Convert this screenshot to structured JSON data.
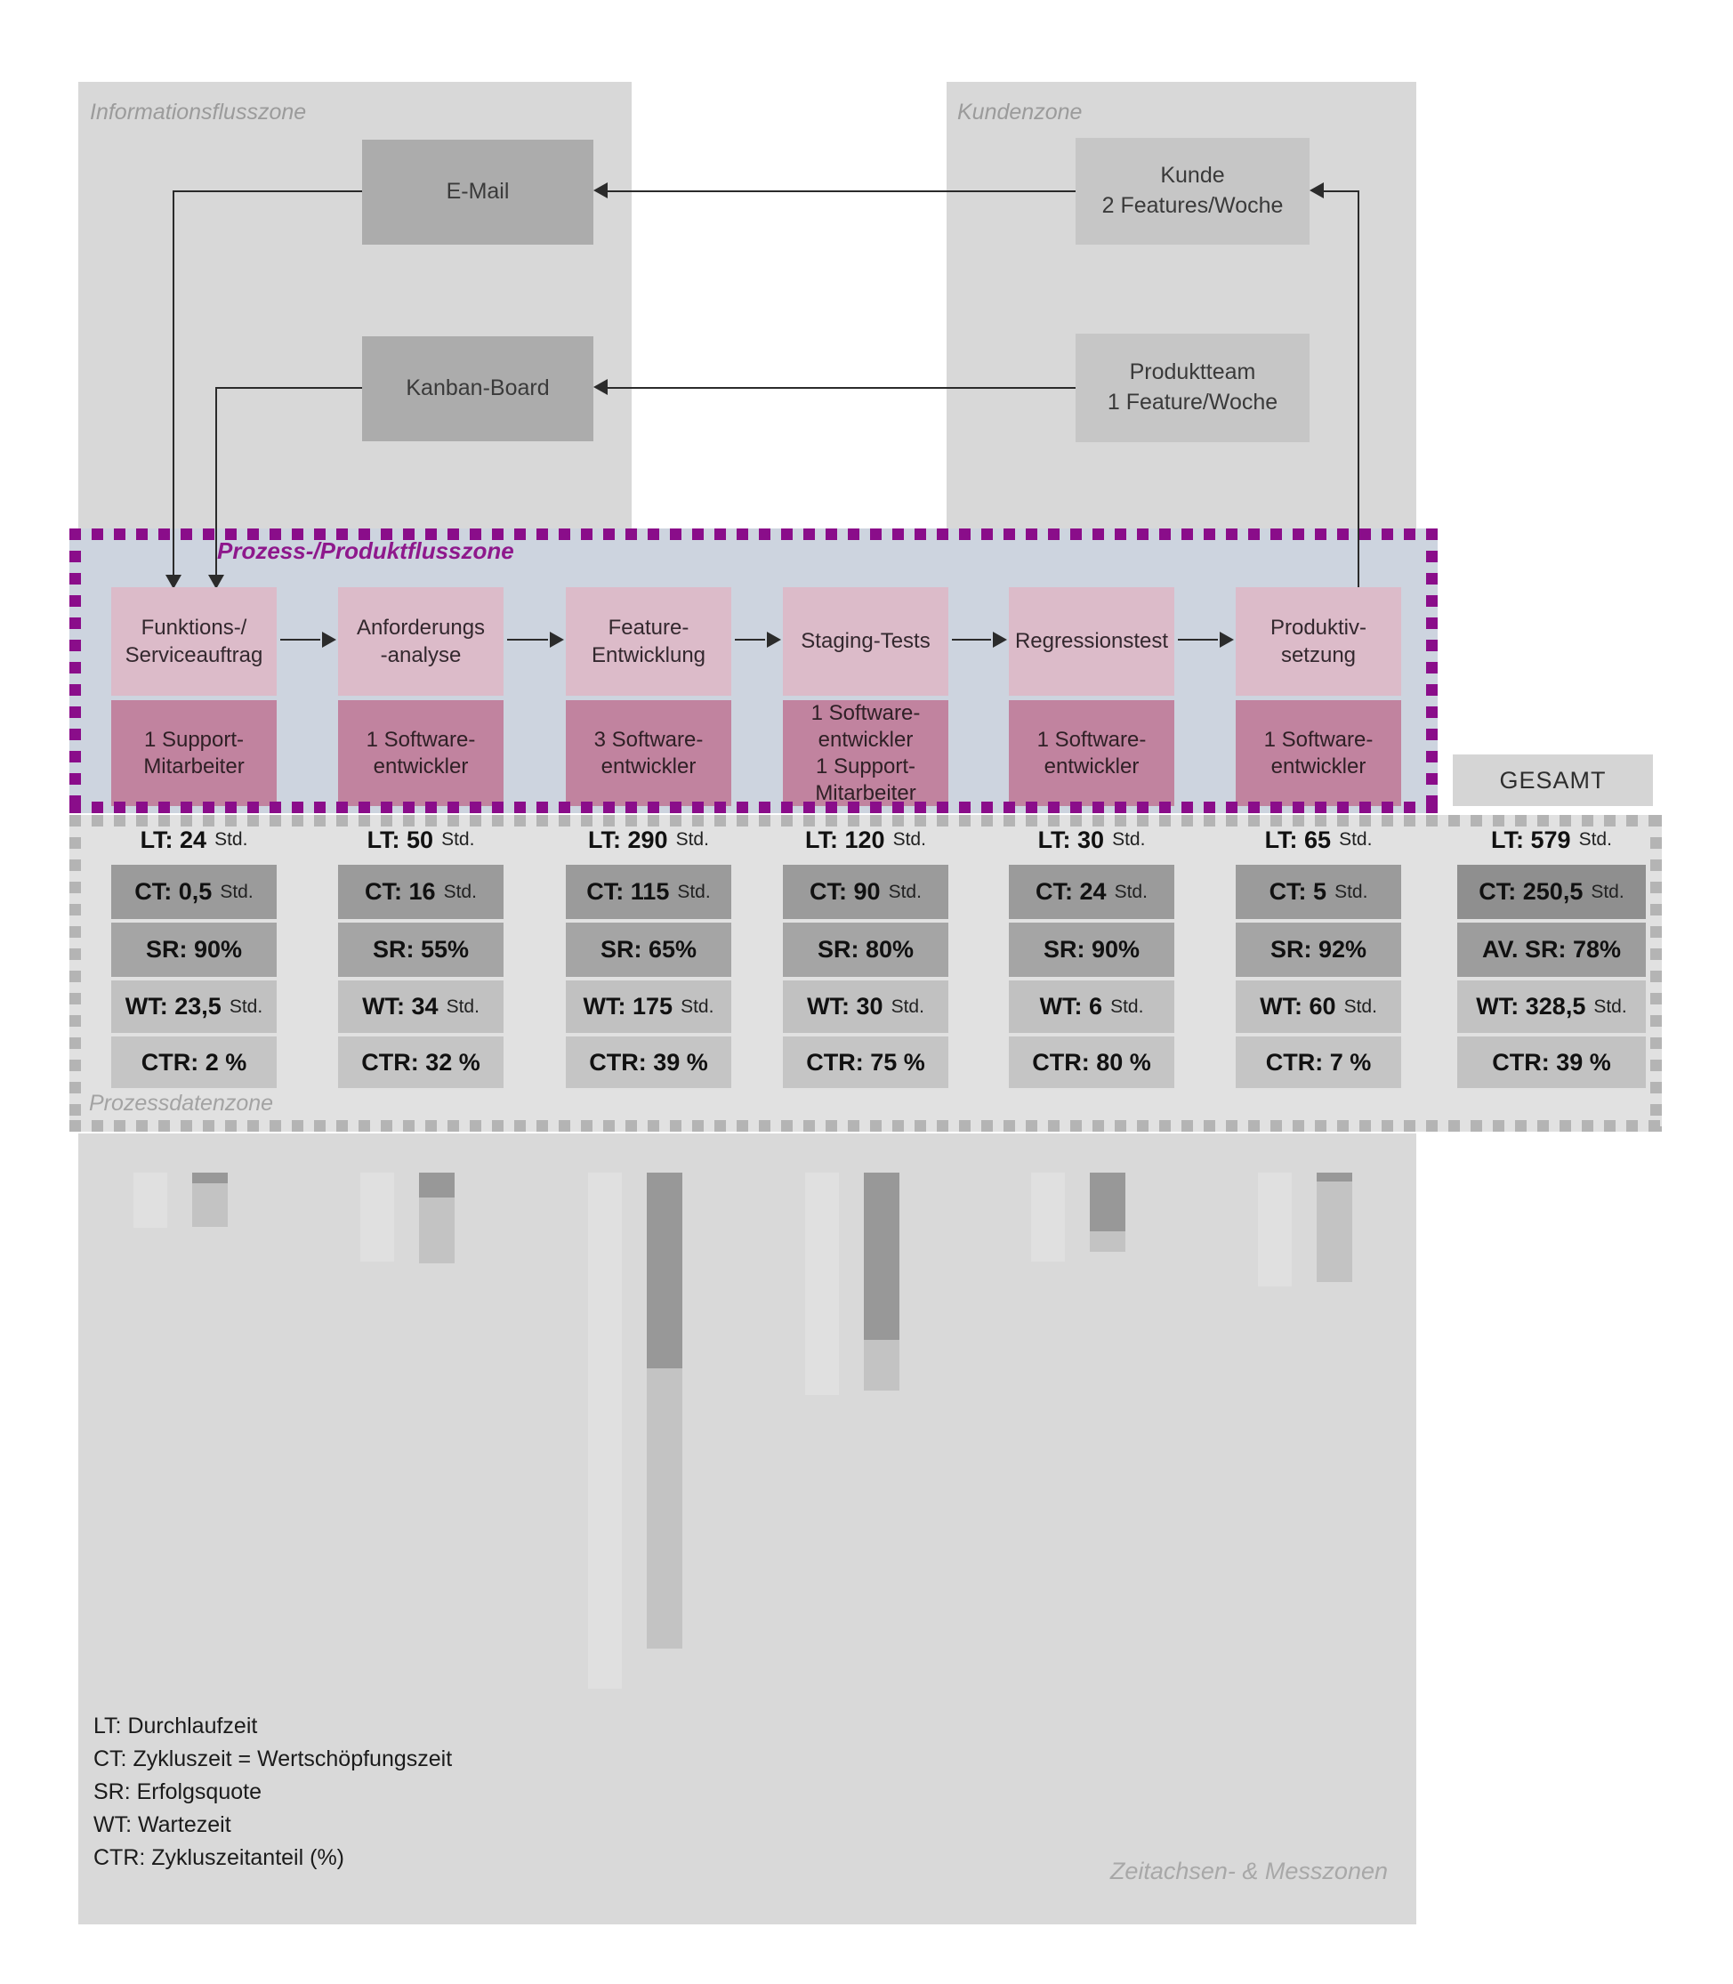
{
  "colors": {
    "accent_purple": "#8a0d8a",
    "process_zone_blue": "#cdd4df",
    "process_title_pink": "#dcbbc9",
    "process_staff_mauve": "#c1839f",
    "zone_gray": "#d8d8d8",
    "bar_dark_gray": "#989898",
    "bar_light_gray": "#c3c3c3"
  },
  "zones": {
    "information": "Informationsflusszone",
    "customer": "Kundenzone",
    "process": "Prozess-/Produktflusszone",
    "process_data": "Prozessdatenzone",
    "time_axis": "Zeitachsen- & Messzonen"
  },
  "nodes": {
    "email": "E-Mail",
    "kanban": "Kanban-Board",
    "kunde": "Kunde\n2 Features/Woche",
    "produktteam": "Produktteam\n1 Feature/Woche"
  },
  "unit_hours": "Std.",
  "process_steps": [
    {
      "title": "Funktions-/\nServiceauftrag",
      "staff": "1 Support-\nMitarbeiter",
      "lt": "LT: 24",
      "ct": "CT: 0,5",
      "sr": "SR: 90%",
      "wt": "WT: 23,5",
      "ctr": "CTR: 2 %",
      "bar": {
        "dark": 12,
        "light": 49,
        "ghost": 62
      }
    },
    {
      "title": "Anforderungs\n-analyse",
      "staff": "1 Software-\nentwickler",
      "lt": "LT: 50",
      "ct": "CT: 16",
      "sr": "SR: 55%",
      "wt": "WT: 34",
      "ctr": "CTR: 32 %",
      "bar": {
        "dark": 28,
        "light": 74,
        "ghost": 100
      }
    },
    {
      "title": "Feature-\nEntwicklung",
      "staff": "3 Software-\nentwickler",
      "lt": "LT: 290",
      "ct": "CT: 115",
      "sr": "SR: 65%",
      "wt": "WT: 175",
      "ctr": "CTR: 39 %",
      "bar": {
        "dark": 220,
        "light": 315,
        "ghost": 580
      }
    },
    {
      "title": "Staging-Tests",
      "staff": "1 Software-\nentwickler\n1 Support-\nMitarbeiter",
      "lt": "LT: 120",
      "ct": "CT: 90",
      "sr": "SR: 80%",
      "wt": "WT: 30",
      "ctr": "CTR: 75 %",
      "bar": {
        "dark": 188,
        "light": 57,
        "ghost": 250
      }
    },
    {
      "title": "Regressionstest",
      "staff": "1 Software-\nentwickler",
      "lt": "LT: 30",
      "ct": "CT: 24",
      "sr": "SR: 90%",
      "wt": "WT: 6",
      "ctr": "CTR: 80 %",
      "bar": {
        "dark": 66,
        "light": 23,
        "ghost": 100
      }
    },
    {
      "title": "Produktiv-\nsetzung",
      "staff": "1 Software-\nentwickler",
      "lt": "LT: 65",
      "ct": "CT: 5",
      "sr": "SR: 92%",
      "wt": "WT: 60",
      "ctr": "CTR: 7 %",
      "bar": {
        "dark": 10,
        "light": 113,
        "ghost": 128
      }
    }
  ],
  "gesamt": {
    "header": "GESAMT",
    "lt": "LT: 579",
    "ct": "CT: 250,5",
    "sr": "AV. SR: 78%",
    "wt": "WT: 328,5",
    "ctr": "CTR: 39 %"
  },
  "legend": {
    "lines": "LT: Durchlaufzeit\nCT: Zykluszeit = Wertschöpfungszeit\nSR: Erfolgsquote\nWT: Wartezeit\nCTR: Zykluszeitanteil (%)"
  }
}
